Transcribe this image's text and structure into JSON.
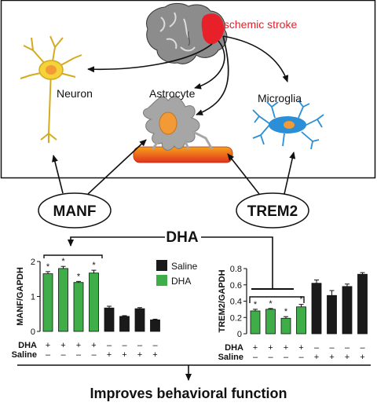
{
  "labels": {
    "ischemic_stroke": "Ischemic stroke",
    "neuron": "Neuron",
    "astrocyte": "Astrocyte",
    "microglia": "Microglia",
    "manf": "MANF",
    "trem2": "TREM2",
    "dha": "DHA",
    "conclusion": "Improves behavioral function"
  },
  "colors": {
    "stroke_red": "#e8202a",
    "brain_gray": "#8c8c8c",
    "neuron_yellow": "#f5d23a",
    "astrocyte_gray": "#a6a6a6",
    "nucleus_orange": "#f29a35",
    "microglia_blue": "#2a8fd6",
    "dha_green": "#3fae49",
    "saline_black": "#1a1a1a"
  },
  "chart_data": [
    {
      "type": "bar",
      "ylabel": "MANF/GAPDH",
      "ylim": [
        0,
        2
      ],
      "yticks": [
        "0",
        "1",
        "2"
      ],
      "legend": [
        "Saline",
        "DHA"
      ],
      "series": [
        {
          "name": "DHA",
          "values": [
            1.65,
            1.8,
            1.4,
            1.67
          ],
          "errors": [
            0.06,
            0.06,
            0.03,
            0.08
          ],
          "significant": [
            true,
            true,
            true,
            true
          ]
        },
        {
          "name": "Saline",
          "values": [
            0.67,
            0.43,
            0.65,
            0.33
          ],
          "errors": [
            0.05,
            0.02,
            0.03,
            0.02
          ],
          "significant": [
            false,
            false,
            false,
            false
          ]
        }
      ],
      "row_labels": [
        "DHA",
        "Saline"
      ],
      "dha_row": [
        "+",
        "+",
        "+",
        "+",
        "–",
        "–",
        "–",
        "–"
      ],
      "saline_row": [
        "–",
        "–",
        "–",
        "–",
        "+",
        "+",
        "+",
        "+"
      ],
      "sig_marker": "*"
    },
    {
      "type": "bar",
      "ylabel": "TREM2/GAPDH",
      "ylim": [
        0,
        0.8
      ],
      "yticks": [
        "0",
        "0.2",
        "0.4",
        "0.6",
        "0.8"
      ],
      "series": [
        {
          "name": "DHA",
          "values": [
            0.28,
            0.3,
            0.19,
            0.33
          ],
          "errors": [
            0.02,
            0.01,
            0.02,
            0.03
          ],
          "significant": [
            true,
            true,
            true,
            true
          ]
        },
        {
          "name": "Saline",
          "values": [
            0.62,
            0.47,
            0.58,
            0.73
          ],
          "errors": [
            0.04,
            0.06,
            0.03,
            0.02
          ],
          "significant": [
            false,
            false,
            false,
            false
          ]
        }
      ],
      "row_labels": [
        "DHA",
        "Saline"
      ],
      "dha_row": [
        "+",
        "+",
        "+",
        "+",
        "–",
        "–",
        "–",
        "–"
      ],
      "saline_row": [
        "–",
        "–",
        "–",
        "–",
        "+",
        "+",
        "+",
        "+"
      ],
      "sig_marker": "*"
    }
  ]
}
